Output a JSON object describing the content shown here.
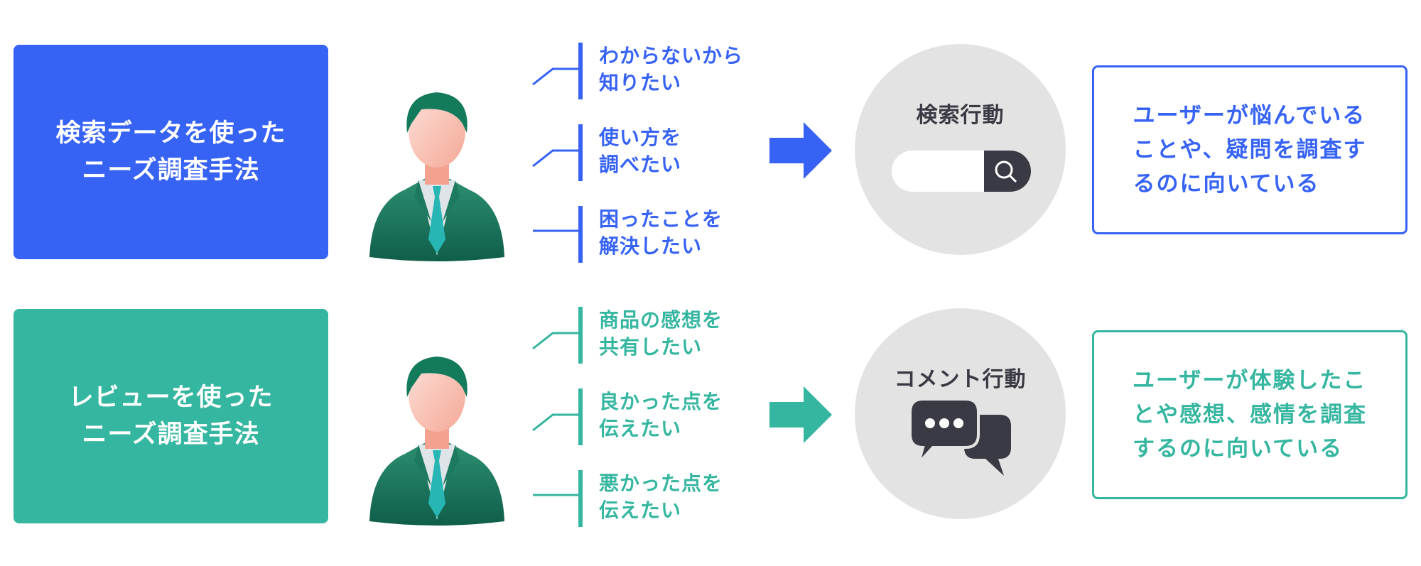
{
  "colors": {
    "blue": "#3763f4",
    "green": "#35b6a0",
    "dark": "#3a3a44",
    "circle": "#e3e3e3"
  },
  "rows": [
    {
      "method_label": "検索データを使った\nニーズ調査手法",
      "reasons": [
        "わからないから\n知りたい",
        "使い方を\n調べたい",
        "困ったことを\n解決したい"
      ],
      "action_title": "検索行動",
      "action_icon": "search-bar-icon",
      "result_text": "ユーザーが悩んでいる\nことや、疑問を調査す\nるのに向いている"
    },
    {
      "method_label": "レビューを使った\nニーズ調査手法",
      "reasons": [
        "商品の感想を\n共有したい",
        "良かった点を\n伝えたい",
        "悪かった点を\n伝えたい"
      ],
      "action_title": "コメント行動",
      "action_icon": "speech-bubbles-icon",
      "result_text": "ユーザーが体験したこ\nとや感想、感情を調査\nするのに向いている"
    }
  ]
}
